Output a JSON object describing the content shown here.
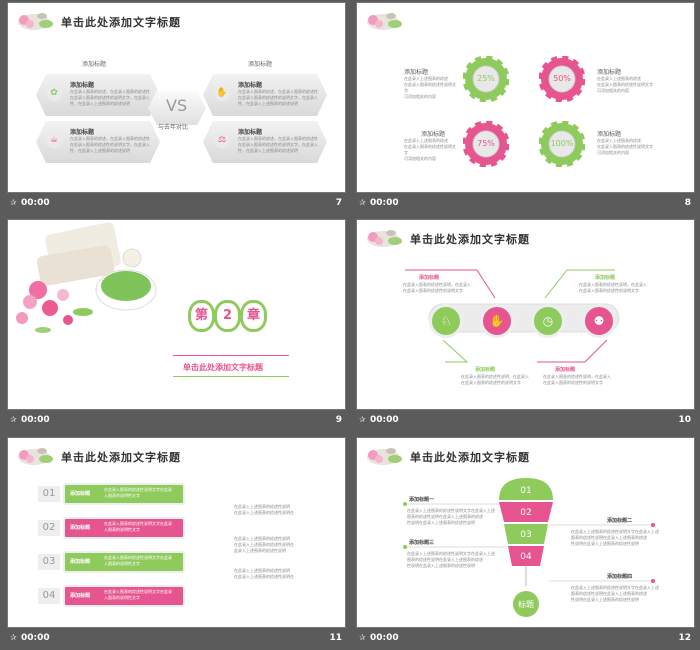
{
  "footer": {
    "time": "00:00"
  },
  "slide7": {
    "num": "7",
    "title": "单击此处添加文字标题",
    "left_head": "添加标题",
    "right_head": "添加标题",
    "vs": "VS",
    "vs_caption": "与去年对比",
    "card_title": "添加标题",
    "card_text_1": "在此录入图表的综述，在此录入图表的综述性",
    "card_text_2": "在此录入图表的综述性的说明文字，在此录入",
    "card_text_3": "性，在此录入上述图表的综述说明"
  },
  "slide8": {
    "num": "8",
    "p1": "25%",
    "p2": "50%",
    "p3": "75%",
    "p4": "100%",
    "label": "添加标题",
    "text_1": "在此录入上述图表的综述",
    "text_2": "在此录入图表的综述性说明文字",
    "text_3": "可添加相关的内容"
  },
  "slide9": {
    "num": "9",
    "chapter_a": "第",
    "chapter_b": "2",
    "chapter_c": "章",
    "subtitle": "单击此处添加文字标题"
  },
  "slide10": {
    "num": "10",
    "title": "单击此处添加文字标题",
    "label": "添加标题",
    "text_1": "在此录入图表的综述性说明，在此录入",
    "text_2": "在此录入图表的综述性的说明文字"
  },
  "slide11": {
    "num": "11",
    "title": "单击此处添加文字标题",
    "rows": [
      "01",
      "02",
      "03",
      "04"
    ],
    "row_label": "添加标题",
    "row_text_1": "在此录入图表的综述性说明文字在此录",
    "row_text_2": "入图表的说明性文字",
    "side_1": "在此录入上述图表的综述性说明",
    "side_2": "在此录入上述图表的综述性说明在",
    "side_3": "此录入上述图表的综述性说明"
  },
  "slide12": {
    "num": "12",
    "title": "单击此处添加文字标题",
    "levels": [
      "01",
      "02",
      "03",
      "04"
    ],
    "bottom": "标题",
    "l1": "添加标题一",
    "l2": "添加标题二",
    "l3": "添加标题三",
    "l4": "添加标题四",
    "text_1": "在此录入上述图表的综述性说明文字在此录入上述",
    "text_2": "图表的综述性说明在此录入上述图表的综述",
    "text_3": "性说明在此录入上述图表的综述性说明"
  }
}
